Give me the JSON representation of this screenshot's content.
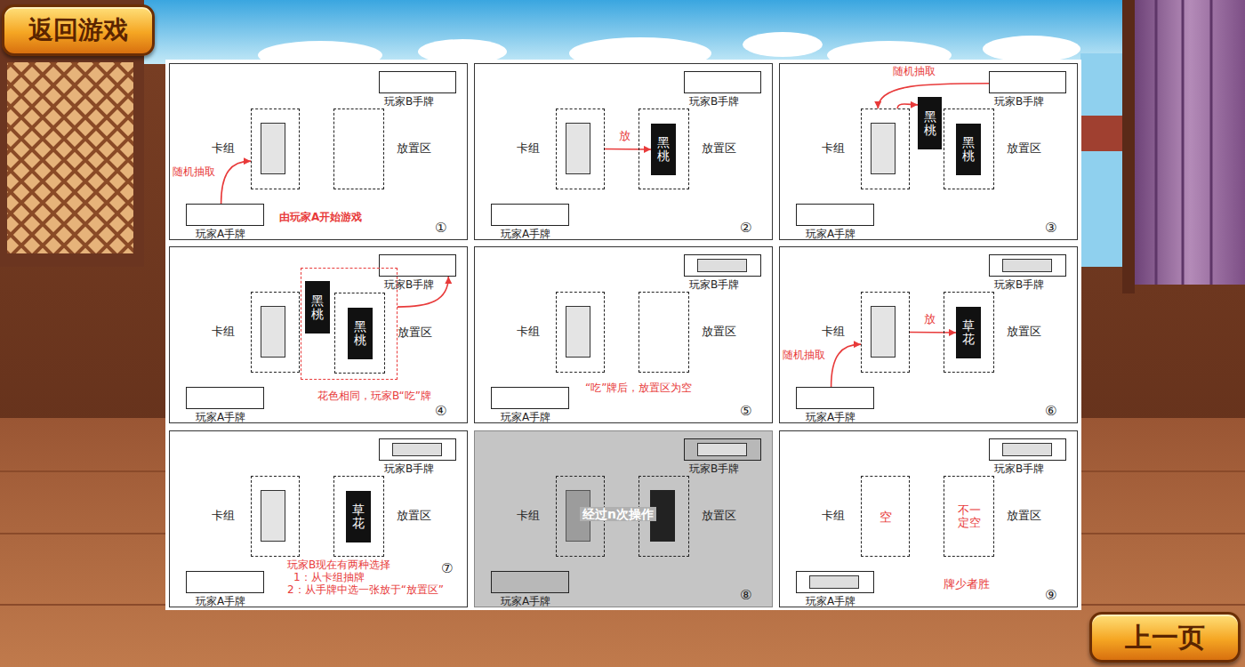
{
  "diagram": {
    "nodes": [
      {
        "text": [
          "返回游戏"
        ]
      },
      {
        "text": [
          "由玩家A开始游戏",
          "①"
        ]
      },
      {
        "text": [
          "玩家B手牌"
        ],
        "in": 1
      },
      {
        "text": [
          "卡组"
        ],
        "in": 1
      },
      {
        "text": [
          "放置区"
        ],
        "in": 1
      },
      {
        "text": [
          "玩家A手牌"
        ],
        "in": 1
      },
      {
        "text": [
          "②"
        ]
      },
      {
        "text": [
          "玩家B手牌"
        ],
        "in": 6
      },
      {
        "text": [
          "卡组"
        ],
        "in": 6
      },
      {
        "text": [
          "放置区"
        ],
        "in": 6
      },
      {
        "text": [
          "黑桃"
        ],
        "in": 9
      },
      {
        "text": [
          "玩家A手牌"
        ],
        "in": 6
      },
      {
        "text": [
          "③"
        ]
      },
      {
        "text": [
          "玩家B手牌"
        ],
        "in": 12
      },
      {
        "text": [
          "卡组"
        ],
        "in": 12
      },
      {
        "text": [
          "黑桃"
        ],
        "in": 12
      },
      {
        "text": [
          "放置区"
        ],
        "in": 12
      },
      {
        "text": [
          "黑桃"
        ],
        "in": 16
      },
      {
        "text": [
          "玩家A手牌"
        ],
        "in": 12
      },
      {
        "text": [
          "④"
        ]
      },
      {
        "text": [
          "玩家B手牌"
        ],
        "in": 19
      },
      {
        "text": [
          "卡组"
        ],
        "in": 19
      },
      {
        "text": [
          "花色相同，玩家B“吃”牌"
        ],
        "in": 19
      },
      {
        "text": [
          "黑桃"
        ],
        "in": 22
      },
      {
        "text": [
          "放置区"
        ],
        "in": 22
      },
      {
        "text": [
          "黑桃"
        ],
        "in": 24
      },
      {
        "text": [
          "玩家A手牌"
        ],
        "in": 19
      },
      {
        "text": [
          "“吃”牌后，放置区为空",
          "⑤"
        ]
      },
      {
        "text": [
          "玩家B手牌"
        ],
        "in": 27
      },
      {
        "text": [
          "卡组"
        ],
        "in": 27
      },
      {
        "text": [
          "放置区"
        ],
        "in": 27
      },
      {
        "text": [
          "玩家A手牌"
        ],
        "in": 27
      },
      {
        "text": [
          "⑥"
        ]
      },
      {
        "text": [
          "玩家B手牌"
        ],
        "in": 32
      },
      {
        "text": [
          "卡组"
        ],
        "in": 32
      },
      {
        "text": [
          "放置区"
        ],
        "in": 32
      },
      {
        "text": [
          "草花"
        ],
        "in": 35
      },
      {
        "text": [
          "玩家A手牌"
        ],
        "in": 32
      },
      {
        "text": [
          "玩家B现在有两种选择",
          "1：从卡组抽牌",
          "2：从手牌中选一张放于“放置区”",
          "⑦"
        ]
      },
      {
        "text": [
          "玩家B手牌"
        ],
        "in": 38
      },
      {
        "text": [
          "卡组"
        ],
        "in": 38
      },
      {
        "text": [
          "放置区"
        ],
        "in": 38
      },
      {
        "text": [
          "草花"
        ],
        "in": 41
      },
      {
        "text": [
          "玩家A手牌"
        ],
        "in": 38
      },
      {
        "text": [
          "经过n次操作",
          "⑧"
        ]
      },
      {
        "text": [
          "玩家B手牌"
        ],
        "in": 44
      },
      {
        "text": [
          "卡组"
        ],
        "in": 44
      },
      {
        "text": [
          "放置区"
        ],
        "in": 44
      },
      {
        "text": [
          "玩家A手牌"
        ],
        "in": 44
      },
      {
        "text": [
          "牌少者胜",
          "⑨"
        ]
      },
      {
        "text": [
          "玩家B手牌"
        ],
        "in": 49
      },
      {
        "text": [
          "卡组",
          "空"
        ],
        "in": 49
      },
      {
        "text": [
          "不一定空",
          "放置区"
        ],
        "in": 49
      },
      {
        "text": [
          "玩家A手牌"
        ],
        "in": 49
      },
      {
        "text": [
          "上一页"
        ]
      }
    ],
    "edges": [
      {
        "from": 5,
        "to": 3,
        "label": "随机抽取",
        "arrow": "to"
      },
      {
        "from": 8,
        "to": 10,
        "label": "放",
        "arrow": "to"
      },
      {
        "from": 13,
        "to": 14,
        "label": "随机抽取",
        "arrow": "to"
      },
      {
        "from": 14,
        "to": 15,
        "arrow": "to"
      },
      {
        "from": 22,
        "to": 20,
        "arrow": "to"
      },
      {
        "from": 37,
        "to": 34,
        "label": "随机抽取",
        "arrow": "to"
      },
      {
        "from": 34,
        "to": 36,
        "label": "放",
        "arrow": "to"
      }
    ]
  }
}
